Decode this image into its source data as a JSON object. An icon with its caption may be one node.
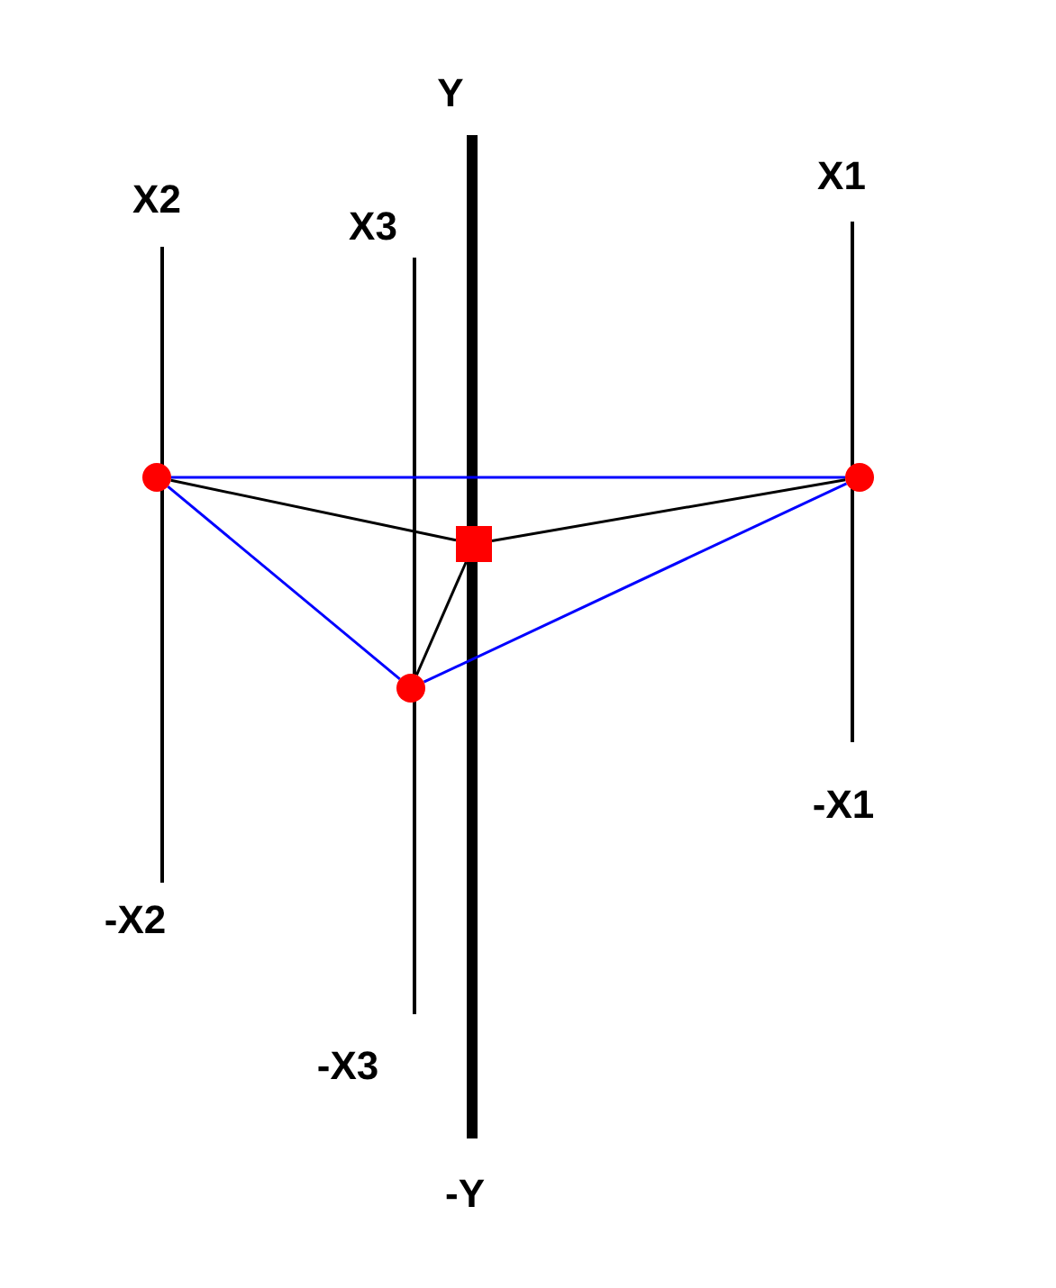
{
  "diagram": {
    "nodes": [
      {
        "text": [],
        "shape": "circle"
      },
      {
        "text": [],
        "shape": "circle"
      },
      {
        "text": [],
        "shape": "box"
      },
      {
        "text": [],
        "shape": "circle"
      }
    ],
    "edges": [
      {
        "from": 0,
        "to": 3,
        "arrow": "none",
        "color": "#0000ff"
      },
      {
        "from": 0,
        "to": 1,
        "arrow": "none",
        "color": "#0000ff"
      },
      {
        "from": 1,
        "to": 3,
        "arrow": "none",
        "color": "#0000ff"
      },
      {
        "from": 2,
        "to": 0,
        "arrow": "none",
        "color": "#000000"
      },
      {
        "from": 2,
        "to": 3,
        "arrow": "none",
        "color": "#000000"
      },
      {
        "from": 2,
        "to": 1,
        "arrow": "none",
        "color": "#000000"
      }
    ],
    "labels": [
      "Y",
      "X2",
      "X1",
      "X3",
      "-X1",
      "-X2",
      "-X3",
      "-Y"
    ]
  }
}
